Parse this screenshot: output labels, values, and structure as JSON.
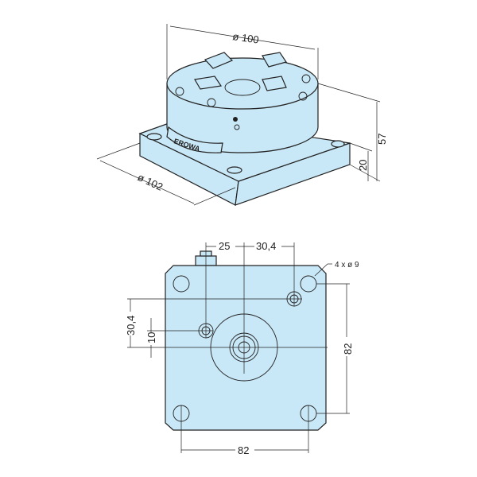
{
  "title": "EROWA chuck technical drawing",
  "colors": {
    "part_fill": "#c9e8f7",
    "line": "#222222"
  },
  "iso_view": {
    "dim_top_diameter": "ø 100",
    "dim_height_total": "57",
    "dim_height_base": "20",
    "dim_base_diameter": "ø 102",
    "logo": "EROWA"
  },
  "bottom_view": {
    "dim_offset_left": "25",
    "dim_offset_right": "30,4",
    "dim_holes": "4 x ø 9",
    "dim_vertical_offset": "30,4",
    "dim_vertical_small": "10",
    "dim_height": "82",
    "dim_width": "82"
  }
}
